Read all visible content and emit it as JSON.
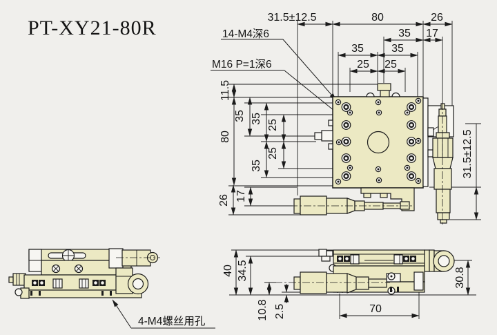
{
  "title": "PT-XY21-80R",
  "colors": {
    "background": "#f0efec",
    "line": "#1b1b1b",
    "body_fill": "#ece9c3",
    "light_fill": "#f7f6f2"
  },
  "labels": {
    "plate_holes": "14-M4深6",
    "center_hole": "M16 P=1深6",
    "base_holes": "4-M4螺丝用孔"
  },
  "top_dims": {
    "travel": "31.5±12.5",
    "w80": "80",
    "w26": "26",
    "w35": "35",
    "w17": "17",
    "w35a": "35",
    "w35b": "35",
    "w25a": "25",
    "w25b": "25"
  },
  "left_dims": {
    "h115": "11.5",
    "h35a": "35",
    "h35b": "35",
    "h25a": "25",
    "h80": "80",
    "h25b": "25",
    "h35c": "35",
    "h26": "26",
    "h17": "17"
  },
  "right_dims": {
    "travel": "31.5±12.5"
  },
  "side_dims": {
    "h40": "40",
    "h345": "34.5",
    "h108": "10.8",
    "h25": "2.5",
    "w70": "70",
    "h308": "30.8"
  }
}
